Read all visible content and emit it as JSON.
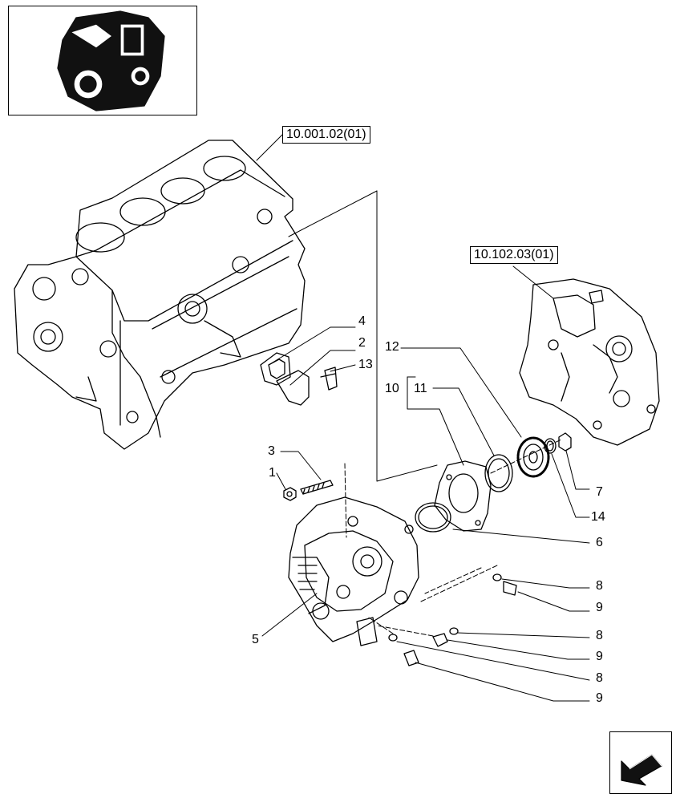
{
  "thumbnail": {
    "icon": "engine-thumbnail-icon"
  },
  "references": [
    {
      "id": "ref-engine-block",
      "text": "10.001.02(01)"
    },
    {
      "id": "ref-timing-cover",
      "text": "10.102.03(01)"
    }
  ],
  "callouts": [
    "1",
    "2",
    "3",
    "4",
    "5",
    "6",
    "7",
    "8",
    "8",
    "8",
    "9",
    "9",
    "9",
    "10",
    "11",
    "12",
    "13",
    "14"
  ],
  "navigation": {
    "icon": "next-page-arrow-icon"
  }
}
